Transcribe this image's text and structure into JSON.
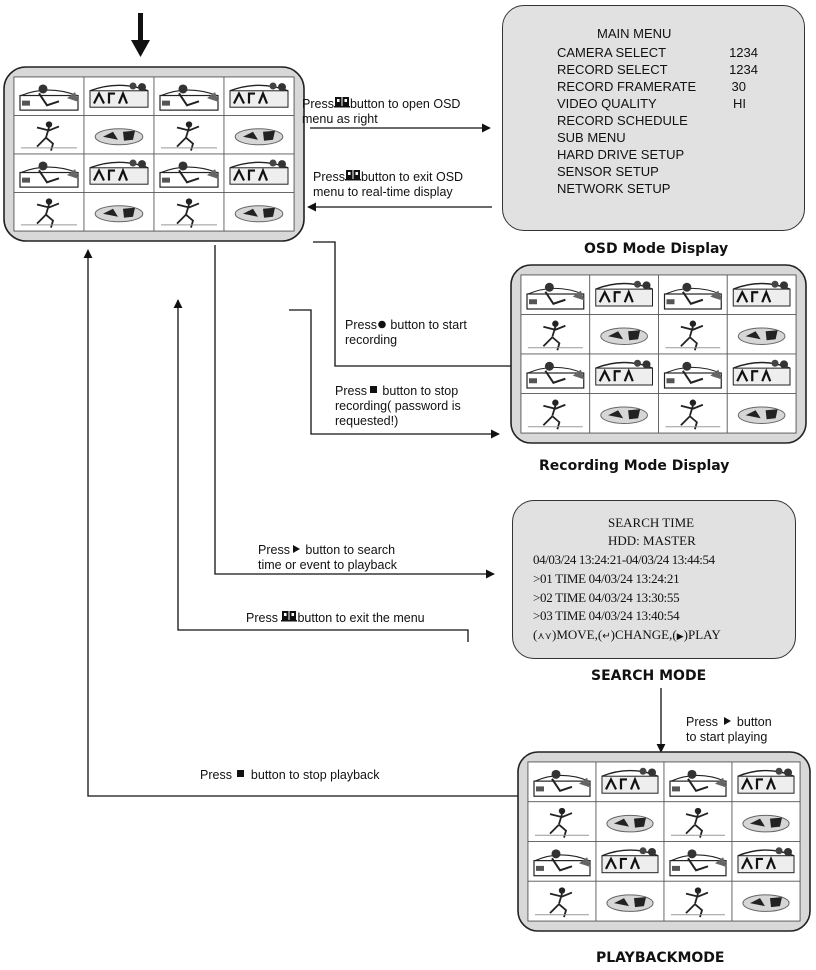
{
  "colors": {
    "line": "#111111",
    "menu_fill": "#e1e1e1",
    "thumb_fill": "#ffffff"
  },
  "panels": {
    "live": {
      "name": "live-display"
    },
    "osd": {
      "label": "OSD Mode Display"
    },
    "recording": {
      "label": "Recording Mode Display"
    },
    "search": {
      "label": "SEARCH MODE"
    },
    "playback": {
      "label": "PLAYBACKMODE"
    }
  },
  "thumbnail_icons": [
    "woman-on-couch-thumbnail",
    "fat-cat-sign-thumbnail",
    "runner-thumbnail",
    "cars-thumbnail"
  ],
  "osd_menu": {
    "title": "MAIN MENU",
    "items": [
      {
        "label": "CAMERA SELECT",
        "value": "1234"
      },
      {
        "label": "RECORD SELECT",
        "value": "1234"
      },
      {
        "label": "RECORD FRAMERATE",
        "value": "30"
      },
      {
        "label": "VIDEO QUALITY",
        "value": "HI"
      },
      {
        "label": "RECORD SCHEDULE",
        "value": ""
      },
      {
        "label": "SUB MENU",
        "value": ""
      },
      {
        "label": "HARD DRIVE SETUP",
        "value": ""
      },
      {
        "label": "SENSOR SETUP",
        "value": ""
      },
      {
        "label": "NETWORK  SETUP",
        "value": ""
      }
    ]
  },
  "search_menu": {
    "title": "SEARCH TIME",
    "hdd": "HDD: MASTER",
    "range": "04/03/24 13:24:21-04/03/24 13:44:54",
    "entries": [
      ">01 TIME 04/03/24 13:24:21",
      ">02 TIME 04/03/24 13:30:55",
      ">03 TIME 04/03/24 13:40:54"
    ],
    "help": {
      "part1": "MOVE,",
      "part2": "CHANGE,",
      "part3": "PLAY",
      "move_icon": "updown-arrows-icon",
      "change_icon": "enter-icon",
      "play_icon": "play-icon"
    }
  },
  "annotations": {
    "open_osd": {
      "pre": "Press",
      "icon": "menu-book-icon",
      "post": "button to open OSD",
      "line2": "menu as right"
    },
    "exit_osd": {
      "pre": "Press",
      "icon": "menu-book-icon",
      "post": "button to exit OSD",
      "line2": "menu to real-time display"
    },
    "start_record": {
      "pre": "Press",
      "icon": "record-dot-icon",
      "post": " button to start",
      "line2": "recording"
    },
    "stop_record": {
      "pre": "Press",
      "icon": "stop-square-icon",
      "post": " button to stop",
      "line2": "recording( password is",
      "line3": "requested!)"
    },
    "search": {
      "pre": "Press",
      "icon": "play-triangle-icon",
      "post": " button to  search",
      "line2": "time or event to playback"
    },
    "exit_menu": {
      "pre": "Press",
      "icon": "menu-book-icon",
      "post": "button to  exit the menu"
    },
    "start_play": {
      "pre": "Press",
      "icon": "play-triangle-icon",
      "post": " button",
      "line2": "to  start playing"
    },
    "stop_playback": {
      "pre": "Press",
      "icon": "stop-square-icon",
      "post": " button to  stop playback"
    }
  }
}
